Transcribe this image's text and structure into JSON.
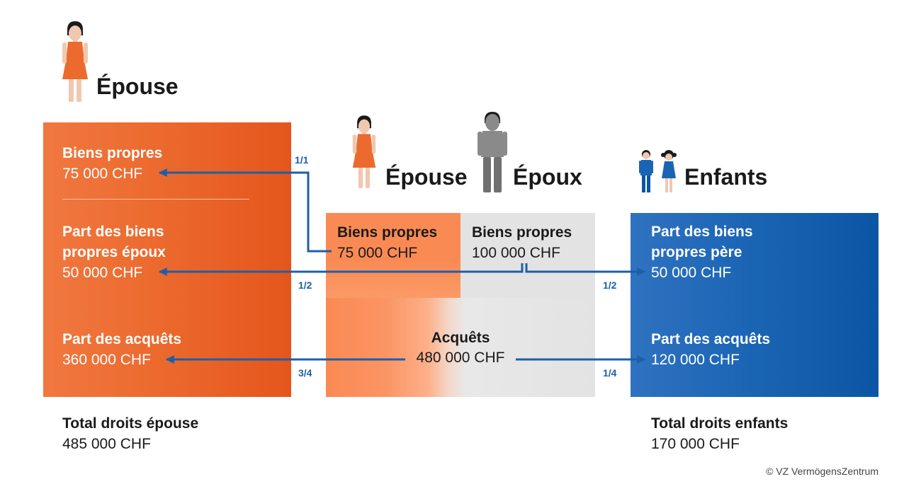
{
  "wife_header": {
    "title": "Épouse"
  },
  "center_header": {
    "wife": "Épouse",
    "husband": "Époux",
    "children": "Enfants"
  },
  "wife_panel": {
    "own_label": "Biens propres",
    "own_value": "75 000 CHF",
    "husband_share_label_1": "Part des biens",
    "husband_share_label_2": "propres époux",
    "husband_share_value": "50 000 CHF",
    "acquets_label": "Part des acquêts",
    "acquets_value": "360 000 CHF"
  },
  "center": {
    "wife_own_label": "Biens propres",
    "wife_own_value": "75 000 CHF",
    "husband_own_label": "Biens propres",
    "husband_own_value": "100 000 CHF",
    "acquets_label": "Acquêts",
    "acquets_value": "480 000 CHF"
  },
  "children_panel": {
    "father_share_label_1": "Part des biens",
    "father_share_label_2": "propres père",
    "father_share_value": "50 000 CHF",
    "acquets_label": "Part des acquêts",
    "acquets_value": "120 000 CHF"
  },
  "fractions": {
    "wife_own": "1/1",
    "husband_to_wife": "1/2",
    "husband_to_kids": "1/2",
    "acquets_to_wife": "3/4",
    "acquets_to_kids": "1/4"
  },
  "totals": {
    "wife_label": "Total droits épouse",
    "wife_value": "485 000 CHF",
    "children_label": "Total droits enfants",
    "children_value": "170 000 CHF"
  },
  "copyright": "© VZ VermögensZentrum",
  "colors": {
    "orange": "#e4561c",
    "light_orange": "#fa8a54",
    "grey": "#e3e3e3",
    "blue": "#0b56a4",
    "arrow": "#1d5fa8"
  },
  "icons": [
    "woman-icon",
    "man-icon",
    "boy-icon",
    "girl-icon",
    "arrow-icon"
  ]
}
